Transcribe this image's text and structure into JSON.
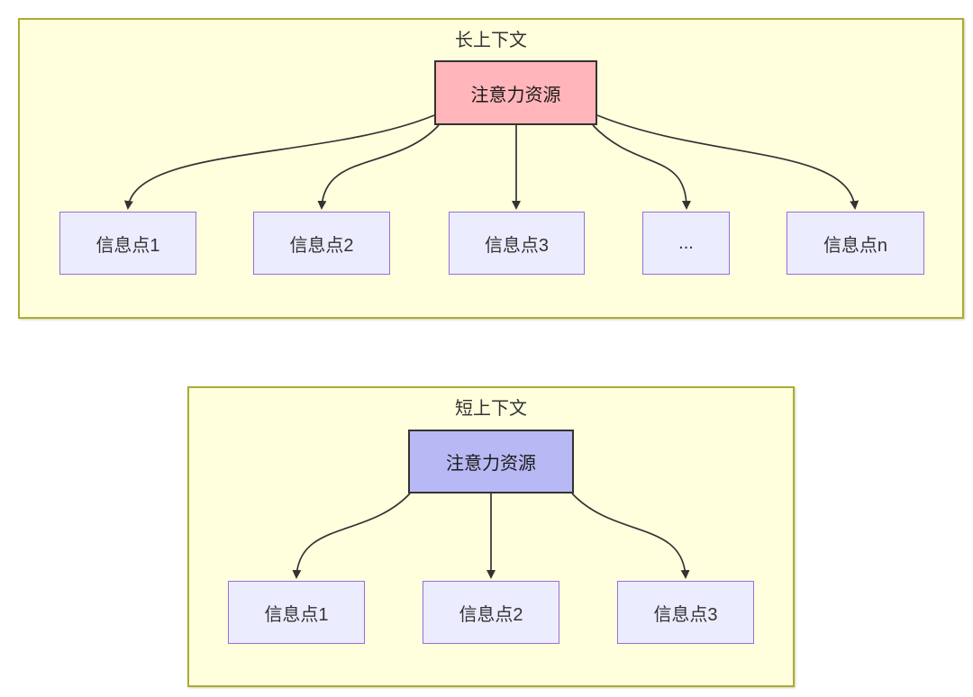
{
  "diagram": {
    "long_context": {
      "title": "长上下文",
      "attention_label": "注意力资源",
      "nodes": [
        "信息点1",
        "信息点2",
        "信息点3",
        "...",
        "信息点n"
      ]
    },
    "short_context": {
      "title": "短上下文",
      "attention_label": "注意力资源",
      "nodes": [
        "信息点1",
        "信息点2",
        "信息点3"
      ]
    },
    "colors": {
      "container_fill": "#ffffde",
      "container_border": "#abab35",
      "info_node_fill": "#ececff",
      "info_node_border": "#9370db",
      "attention_long_fill": "#ffb5ba",
      "attention_short_fill": "#b8b8f4",
      "attention_border": "#333333",
      "arrow": "#333333",
      "text": "#333333"
    }
  }
}
